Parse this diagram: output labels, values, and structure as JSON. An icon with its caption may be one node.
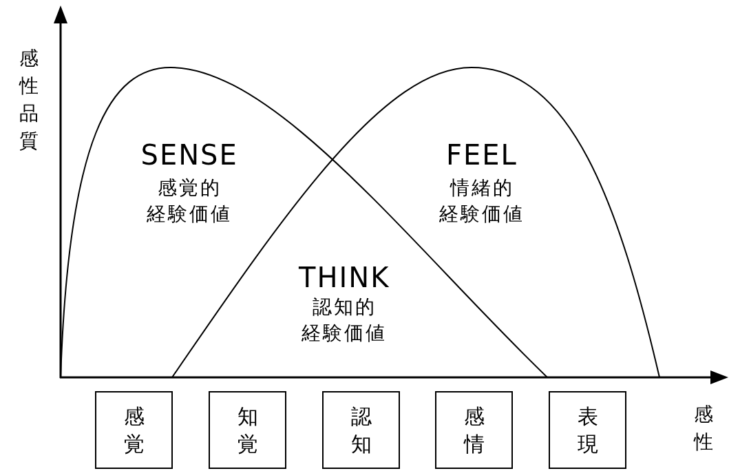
{
  "diagram": {
    "nodes": [
      {
        "text": [
          "感覚"
        ]
      },
      {
        "text": [
          "知覚"
        ]
      },
      {
        "text": [
          "認知"
        ]
      },
      {
        "text": [
          "感情"
        ]
      },
      {
        "text": [
          "表現"
        ]
      }
    ],
    "edges": [],
    "labels": [
      "感性品質",
      "SENSE",
      "感覚的経験価値",
      "FEEL",
      "情緒的経験価値",
      "THINK",
      "認知的経験価値",
      "感性"
    ]
  }
}
